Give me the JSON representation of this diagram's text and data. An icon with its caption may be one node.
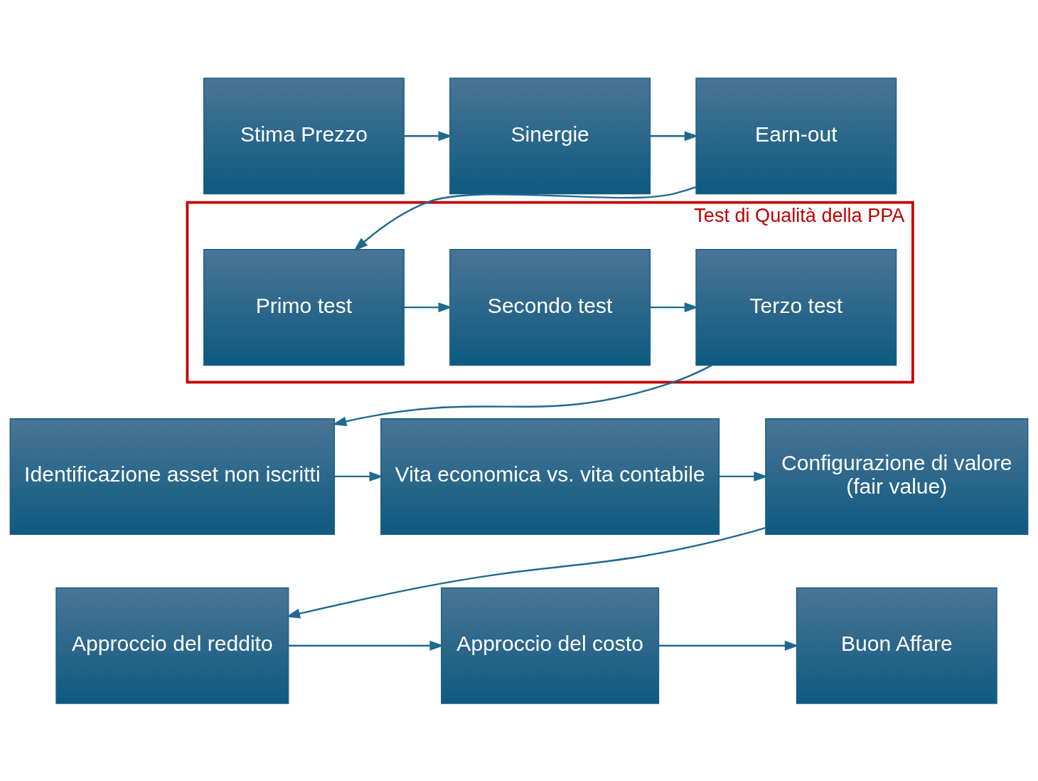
{
  "diagram": {
    "nodes": [
      {
        "text": [
          "Stima Prezzo"
        ]
      },
      {
        "text": [
          "Sinergie"
        ]
      },
      {
        "text": [
          "Earn-out"
        ]
      },
      {
        "text": [
          "Test di Qualità della PPA"
        ]
      },
      {
        "text": [
          "Primo test"
        ],
        "in": 3
      },
      {
        "text": [
          "Secondo test"
        ],
        "in": 3
      },
      {
        "text": [
          "Terzo test"
        ],
        "in": 3
      },
      {
        "text": [
          "Identificazione asset non iscritti"
        ]
      },
      {
        "text": [
          "Vita economica vs. vita contabile"
        ]
      },
      {
        "text": [
          "Configurazione di valore",
          "(fair value)"
        ]
      },
      {
        "text": [
          "Approccio del reddito"
        ]
      },
      {
        "text": [
          "Approccio del costo"
        ]
      },
      {
        "text": [
          "Buon Affare"
        ]
      }
    ],
    "edges": [
      {
        "from": 0,
        "to": 1,
        "arrow": "to"
      },
      {
        "from": 1,
        "to": 2,
        "arrow": "to"
      },
      {
        "from": 2,
        "to": 4,
        "arrow": "to"
      },
      {
        "from": 4,
        "to": 5,
        "arrow": "to"
      },
      {
        "from": 5,
        "to": 6,
        "arrow": "to"
      },
      {
        "from": 6,
        "to": 7,
        "arrow": "to"
      },
      {
        "from": 7,
        "to": 8,
        "arrow": "to"
      },
      {
        "from": 8,
        "to": 9,
        "arrow": "to"
      },
      {
        "from": 9,
        "to": 10,
        "arrow": "to"
      },
      {
        "from": 10,
        "to": 11,
        "arrow": "to"
      },
      {
        "from": 11,
        "to": 12,
        "arrow": "to"
      }
    ]
  }
}
